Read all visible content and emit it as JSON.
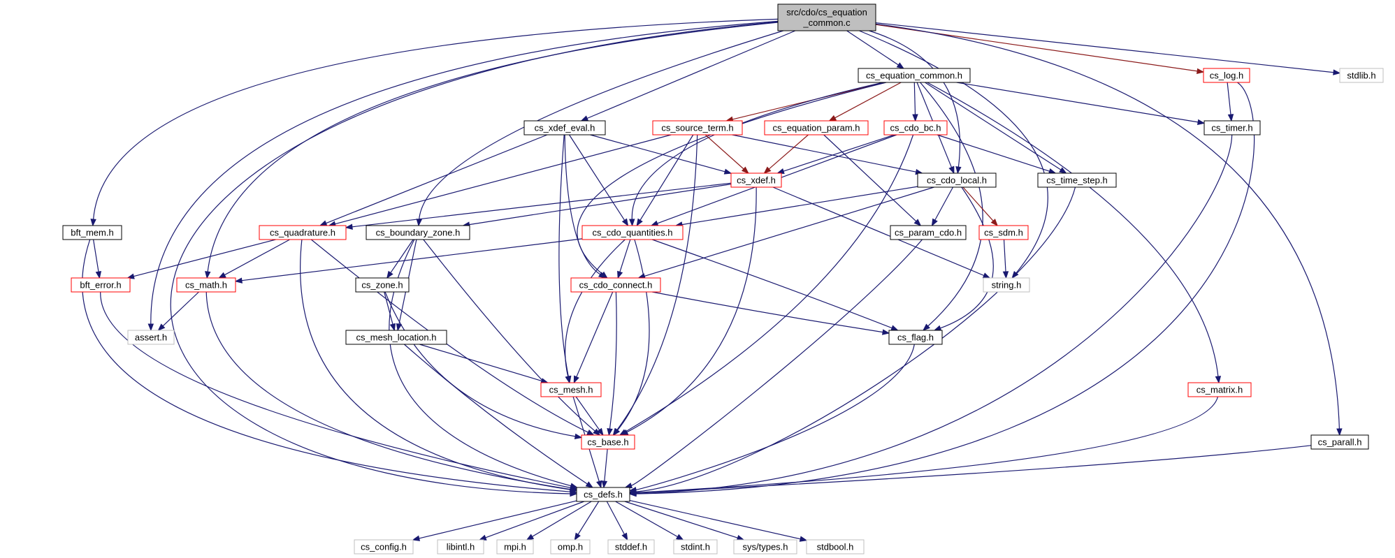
{
  "graph": {
    "nodes": [
      {
        "id": "src",
        "label": "src/cdo/cs_equation\n_common.c",
        "style": "root"
      },
      {
        "id": "eqc",
        "label": "cs_equation_common.h",
        "style": "black"
      },
      {
        "id": "log",
        "label": "cs_log.h",
        "style": "red"
      },
      {
        "id": "stdlib",
        "label": "stdlib.h",
        "style": "gray"
      },
      {
        "id": "xdefeval",
        "label": "cs_xdef_eval.h",
        "style": "black"
      },
      {
        "id": "srcterm",
        "label": "cs_source_term.h",
        "style": "red"
      },
      {
        "id": "eqparam",
        "label": "cs_equation_param.h",
        "style": "red"
      },
      {
        "id": "cdobc",
        "label": "cs_cdo_bc.h",
        "style": "red"
      },
      {
        "id": "timer",
        "label": "cs_timer.h",
        "style": "black"
      },
      {
        "id": "xdef",
        "label": "cs_xdef.h",
        "style": "red"
      },
      {
        "id": "cdolocal",
        "label": "cs_cdo_local.h",
        "style": "black"
      },
      {
        "id": "timestep",
        "label": "cs_time_step.h",
        "style": "black"
      },
      {
        "id": "bftmem",
        "label": "bft_mem.h",
        "style": "black"
      },
      {
        "id": "quad",
        "label": "cs_quadrature.h",
        "style": "red"
      },
      {
        "id": "bzone",
        "label": "cs_boundary_zone.h",
        "style": "black"
      },
      {
        "id": "cdoq",
        "label": "cs_cdo_quantities.h",
        "style": "red"
      },
      {
        "id": "paramcdo",
        "label": "cs_param_cdo.h",
        "style": "black"
      },
      {
        "id": "sdm",
        "label": "cs_sdm.h",
        "style": "red"
      },
      {
        "id": "bfterr",
        "label": "bft_error.h",
        "style": "red"
      },
      {
        "id": "math",
        "label": "cs_math.h",
        "style": "red"
      },
      {
        "id": "zone",
        "label": "cs_zone.h",
        "style": "black"
      },
      {
        "id": "cdoconn",
        "label": "cs_cdo_connect.h",
        "style": "red"
      },
      {
        "id": "string",
        "label": "string.h",
        "style": "gray"
      },
      {
        "id": "assert",
        "label": "assert.h",
        "style": "gray"
      },
      {
        "id": "meshloc",
        "label": "cs_mesh_location.h",
        "style": "black"
      },
      {
        "id": "flag",
        "label": "cs_flag.h",
        "style": "black"
      },
      {
        "id": "mesh",
        "label": "cs_mesh.h",
        "style": "red"
      },
      {
        "id": "matrix",
        "label": "cs_matrix.h",
        "style": "red"
      },
      {
        "id": "base",
        "label": "cs_base.h",
        "style": "red"
      },
      {
        "id": "parall",
        "label": "cs_parall.h",
        "style": "black"
      },
      {
        "id": "defs",
        "label": "cs_defs.h",
        "style": "black"
      },
      {
        "id": "config",
        "label": "cs_config.h",
        "style": "gray"
      },
      {
        "id": "libintl",
        "label": "libintl.h",
        "style": "gray"
      },
      {
        "id": "mpi",
        "label": "mpi.h",
        "style": "gray"
      },
      {
        "id": "omp",
        "label": "omp.h",
        "style": "gray"
      },
      {
        "id": "stddef",
        "label": "stddef.h",
        "style": "gray"
      },
      {
        "id": "stdint",
        "label": "stdint.h",
        "style": "gray"
      },
      {
        "id": "systypes",
        "label": "sys/types.h",
        "style": "gray"
      },
      {
        "id": "stdbool",
        "label": "stdbool.h",
        "style": "gray"
      }
    ],
    "edges": [
      {
        "from": "src",
        "to": "eqc"
      },
      {
        "from": "src",
        "to": "log",
        "color": "red"
      },
      {
        "from": "src",
        "to": "stdlib"
      },
      {
        "from": "src",
        "to": "xdefeval"
      },
      {
        "from": "src",
        "to": "bftmem"
      },
      {
        "from": "src",
        "to": "bzone"
      },
      {
        "from": "src",
        "to": "cdolocal"
      },
      {
        "from": "src",
        "to": "math"
      },
      {
        "from": "src",
        "to": "assert"
      },
      {
        "from": "src",
        "to": "string"
      },
      {
        "from": "src",
        "to": "parall"
      },
      {
        "from": "src",
        "to": "defs"
      },
      {
        "from": "eqc",
        "to": "srcterm",
        "color": "red"
      },
      {
        "from": "eqc",
        "to": "eqparam",
        "color": "red"
      },
      {
        "from": "eqc",
        "to": "cdobc"
      },
      {
        "from": "eqc",
        "to": "timer"
      },
      {
        "from": "eqc",
        "to": "cdolocal"
      },
      {
        "from": "eqc",
        "to": "timestep"
      },
      {
        "from": "eqc",
        "to": "matrix"
      },
      {
        "from": "eqc",
        "to": "cdoq"
      },
      {
        "from": "eqc",
        "to": "cdoconn"
      },
      {
        "from": "eqc",
        "to": "flag"
      },
      {
        "from": "log",
        "to": "timer"
      },
      {
        "from": "log",
        "to": "defs"
      },
      {
        "from": "timer",
        "to": "defs"
      },
      {
        "from": "xdefeval",
        "to": "quad"
      },
      {
        "from": "xdefeval",
        "to": "xdef"
      },
      {
        "from": "xdefeval",
        "to": "cdoq"
      },
      {
        "from": "xdefeval",
        "to": "cdoconn"
      },
      {
        "from": "xdefeval",
        "to": "mesh"
      },
      {
        "from": "srcterm",
        "to": "xdef",
        "color": "red"
      },
      {
        "from": "srcterm",
        "to": "quad"
      },
      {
        "from": "srcterm",
        "to": "cdoq"
      },
      {
        "from": "srcterm",
        "to": "cdolocal"
      },
      {
        "from": "srcterm",
        "to": "base"
      },
      {
        "from": "eqparam",
        "to": "xdef",
        "color": "red"
      },
      {
        "from": "eqparam",
        "to": "paramcdo"
      },
      {
        "from": "cdobc",
        "to": "xdef"
      },
      {
        "from": "cdobc",
        "to": "cdoq"
      },
      {
        "from": "cdobc",
        "to": "timestep"
      },
      {
        "from": "cdobc",
        "to": "base"
      },
      {
        "from": "xdef",
        "to": "quad"
      },
      {
        "from": "xdef",
        "to": "bzone"
      },
      {
        "from": "xdef",
        "to": "string"
      },
      {
        "from": "xdef",
        "to": "base"
      },
      {
        "from": "cdolocal",
        "to": "cdoq"
      },
      {
        "from": "cdolocal",
        "to": "cdoconn"
      },
      {
        "from": "cdolocal",
        "to": "paramcdo"
      },
      {
        "from": "cdolocal",
        "to": "sdm",
        "color": "red"
      },
      {
        "from": "cdolocal",
        "to": "flag"
      },
      {
        "from": "timestep",
        "to": "defs"
      },
      {
        "from": "bftmem",
        "to": "bfterr"
      },
      {
        "from": "bftmem",
        "to": "defs"
      },
      {
        "from": "quad",
        "to": "bfterr"
      },
      {
        "from": "quad",
        "to": "math"
      },
      {
        "from": "quad",
        "to": "base"
      },
      {
        "from": "quad",
        "to": "defs"
      },
      {
        "from": "bzone",
        "to": "zone"
      },
      {
        "from": "bzone",
        "to": "meshloc"
      },
      {
        "from": "bzone",
        "to": "base"
      },
      {
        "from": "bzone",
        "to": "defs"
      },
      {
        "from": "cdoq",
        "to": "math"
      },
      {
        "from": "cdoq",
        "to": "cdoconn"
      },
      {
        "from": "cdoq",
        "to": "mesh"
      },
      {
        "from": "cdoq",
        "to": "flag"
      },
      {
        "from": "cdoq",
        "to": "base"
      },
      {
        "from": "paramcdo",
        "to": "defs"
      },
      {
        "from": "sdm",
        "to": "string"
      },
      {
        "from": "bfterr",
        "to": "defs"
      },
      {
        "from": "math",
        "to": "assert"
      },
      {
        "from": "math",
        "to": "defs"
      },
      {
        "from": "zone",
        "to": "meshloc"
      },
      {
        "from": "zone",
        "to": "base"
      },
      {
        "from": "cdoconn",
        "to": "flag"
      },
      {
        "from": "cdoconn",
        "to": "mesh"
      },
      {
        "from": "cdoconn",
        "to": "base"
      },
      {
        "from": "meshloc",
        "to": "mesh"
      },
      {
        "from": "meshloc",
        "to": "defs"
      },
      {
        "from": "flag",
        "to": "defs"
      },
      {
        "from": "mesh",
        "to": "base"
      },
      {
        "from": "mesh",
        "to": "defs"
      },
      {
        "from": "matrix",
        "to": "defs"
      },
      {
        "from": "parall",
        "to": "defs"
      },
      {
        "from": "base",
        "to": "defs"
      },
      {
        "from": "defs",
        "to": "config"
      },
      {
        "from": "defs",
        "to": "libintl"
      },
      {
        "from": "defs",
        "to": "mpi"
      },
      {
        "from": "defs",
        "to": "omp"
      },
      {
        "from": "defs",
        "to": "stddef"
      },
      {
        "from": "defs",
        "to": "stdint"
      },
      {
        "from": "defs",
        "to": "systypes"
      },
      {
        "from": "defs",
        "to": "stdbool"
      }
    ]
  },
  "colors": {
    "edge": "#191970",
    "edge_red": "#8b1a1a",
    "border_black": "#000000",
    "border_red": "#ff0000",
    "border_gray": "#bfbfbf",
    "root_fill": "#bfbfbf",
    "node_fill": "#ffffff"
  }
}
